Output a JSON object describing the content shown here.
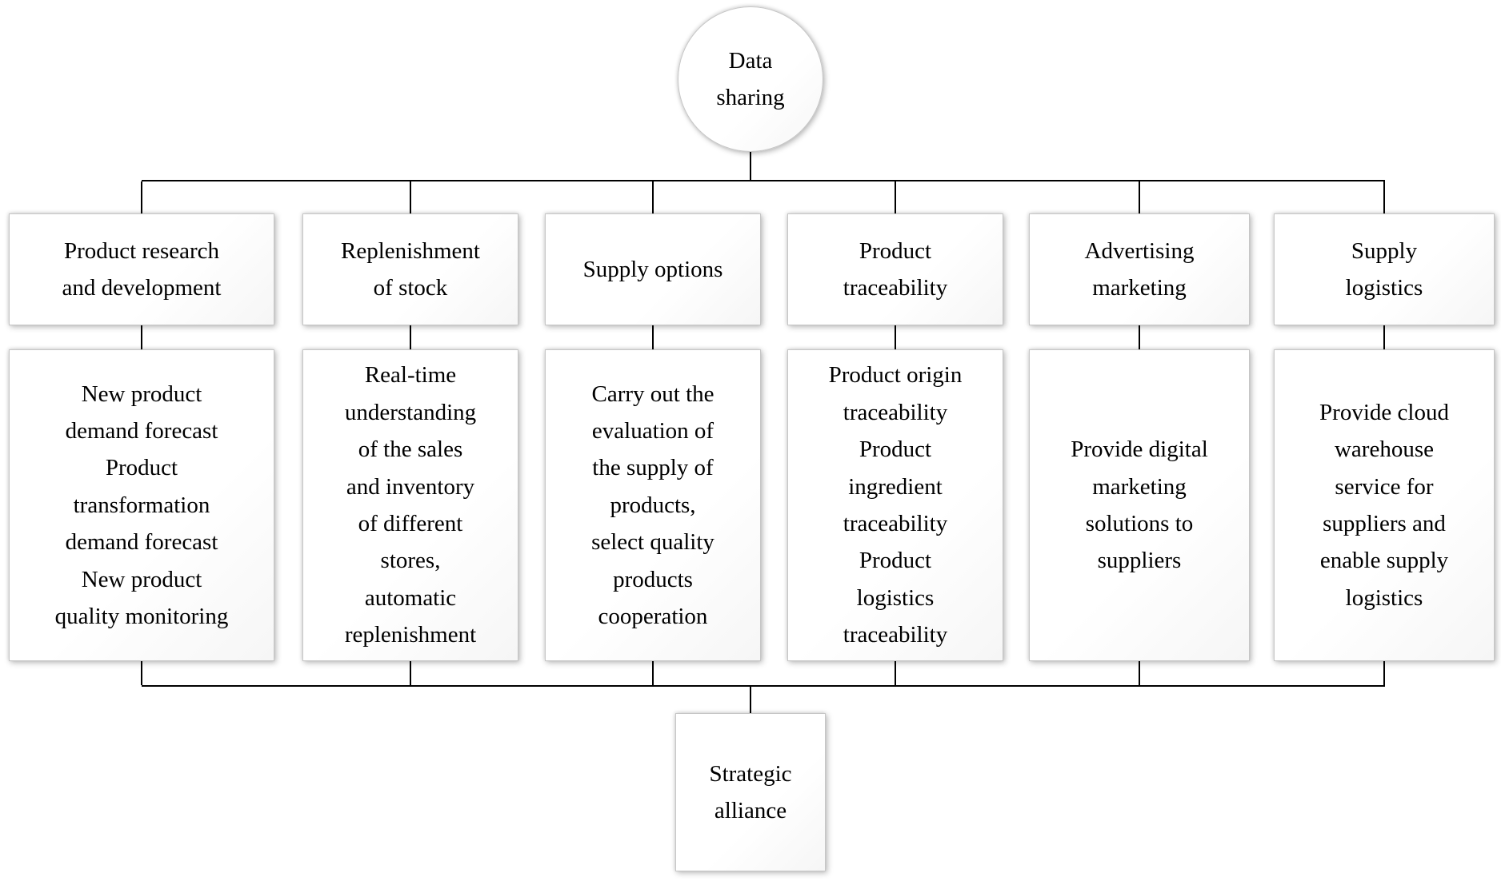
{
  "diagram": {
    "root": {
      "label": "Data\nsharing"
    },
    "bottom": {
      "label": "Strategic\nalliance"
    },
    "columns": [
      {
        "header": "Product research\nand development",
        "detail": "New product\ndemand forecast\nProduct\ntransformation\ndemand forecast\nNew product\nquality monitoring"
      },
      {
        "header": "Replenishment\nof stock",
        "detail": "Real-time\nunderstanding\nof the sales\nand inventory\nof different\nstores,\nautomatic\nreplenishment"
      },
      {
        "header": "Supply options",
        "detail": "Carry out the\nevaluation of\nthe supply of\nproducts,\nselect quality\nproducts\ncooperation"
      },
      {
        "header": "Product\ntraceability",
        "detail": "Product origin\ntraceability\nProduct\ningredient\ntraceability\nProduct\nlogistics\ntraceability"
      },
      {
        "header": "Advertising\nmarketing",
        "detail": "Provide digital\nmarketing\nsolutions to\nsuppliers"
      },
      {
        "header": "Supply\nlogistics",
        "detail": "Provide cloud\nwarehouse\nservice for\nsuppliers and\nenable supply\nlogistics"
      }
    ]
  }
}
